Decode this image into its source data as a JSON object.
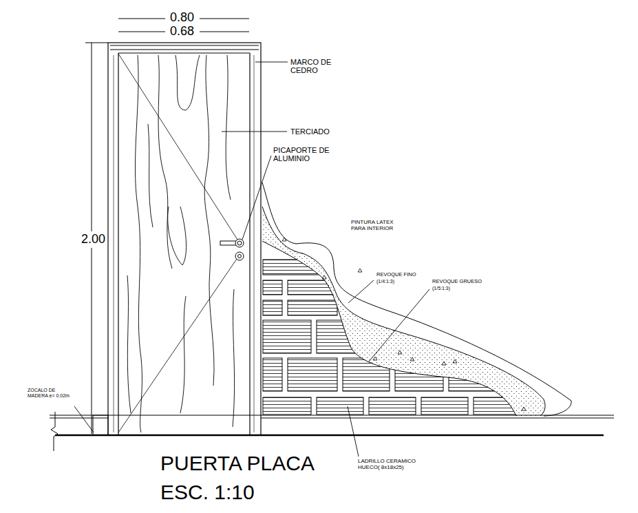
{
  "diagram": {
    "title": "PUERTA PLACA",
    "labels": [
      "0.80",
      "0.68",
      "2.00",
      "MARCO DE CEDRO",
      "TERCIADO",
      "PICAPORTE DE ALUMINIO",
      "PINTURA LATEX PARA INTERIOR",
      "REVOQUE FINO",
      "(1/4:1:3)",
      "REVOQUE GRUESO",
      "(1/5:1:3)",
      "LADRILLO CERAMICO HUECO( 8x18x25)",
      "ZOCALO DE MADERA e= 0.02m",
      "ESC. 1:10"
    ]
  }
}
